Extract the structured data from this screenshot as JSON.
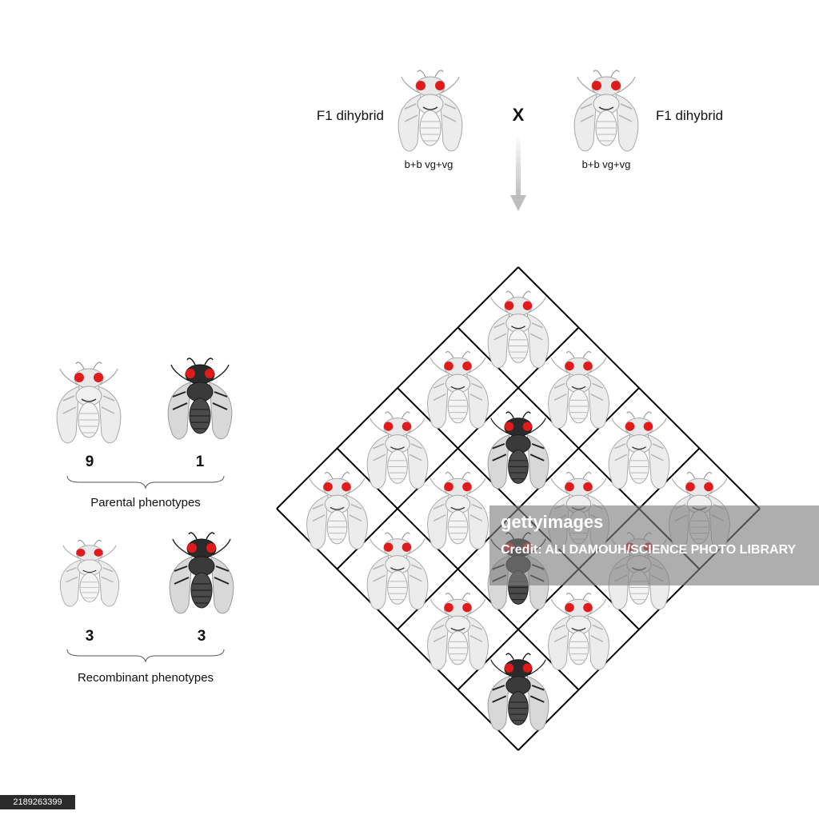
{
  "cross": {
    "left_label": "F1 dihybrid",
    "right_label": "F1 dihybrid",
    "left_genotype": "b+b vg+vg",
    "right_genotype": "b+b vg+vg",
    "cross_symbol": "X"
  },
  "results": {
    "parental": {
      "counts": [
        "9",
        "1"
      ],
      "caption": "Parental phenotypes"
    },
    "recombinant": {
      "counts": [
        "3",
        "3"
      ],
      "caption": "Recombinant phenotypes"
    }
  },
  "punnett": {
    "rows": [
      [
        "wild",
        "wild",
        "wild",
        "wild"
      ],
      [
        "wild",
        "black",
        "wild",
        "wild"
      ],
      [
        "wild",
        "wild",
        "black",
        "wild"
      ],
      [
        "wild",
        "wild",
        "wild",
        "black"
      ]
    ]
  },
  "watermark": {
    "brand": "gettyimages",
    "credit": "Credit: ALI DAMOUH/SCIENCE PHOTO LIBRARY",
    "image_id": "2189263399"
  },
  "colors": {
    "eye": "#e11b1b",
    "wild_body": "#eeeeee",
    "black_body": "#3c3c3c",
    "grid_line": "#000000",
    "arrow": "#c8c8c8"
  }
}
